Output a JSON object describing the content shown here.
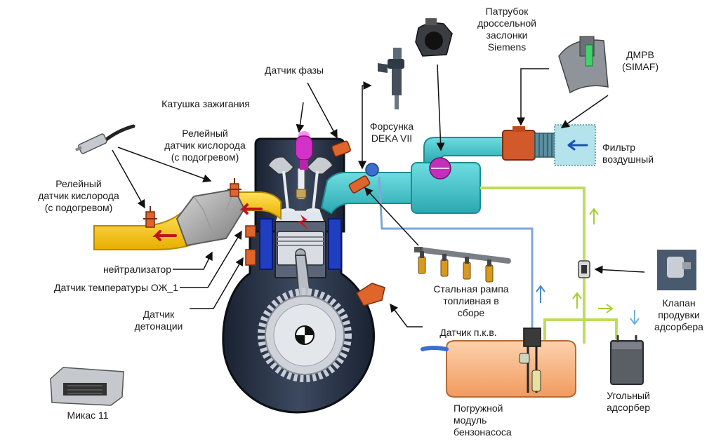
{
  "colors": {
    "engine_block": "#2b3546",
    "engine_dark": "#11161f",
    "coolant": "#1f3fc0",
    "exhaust": "#f4c20d",
    "exhaust_edge": "#b48a00",
    "intake": "#40c6cc",
    "intake_edge": "#1d8c93",
    "sensor_orange": "#e0652a",
    "coil_magenta": "#d232c8",
    "tank_fill": "#f6b07c",
    "fuel_line_blue": "#7fa6d8",
    "vapor_line_green": "#bedc5a",
    "canister": "#555a60",
    "filter": "#b5e3ec",
    "arrow_red": "#c0141b"
  },
  "labels": {
    "throttle": [
      "Патрубок",
      "дроссельной",
      "заслонки",
      "Siemens"
    ],
    "maf": [
      "ДМРВ",
      "(SIMAF)"
    ],
    "phase_sensor": [
      "Датчик фазы"
    ],
    "ignition_coil": [
      "Катушка зажигания"
    ],
    "injector": [
      "Форсунка",
      "DEKA VII"
    ],
    "o2_sensor_top": [
      "Релейный",
      "датчик кислорода",
      "(с подогревом)"
    ],
    "o2_sensor_left": [
      "Релейный",
      "датчик кислорода",
      "(с подогревом)"
    ],
    "air_filter": [
      "Фильтр",
      "воздушный"
    ],
    "catalyst": [
      "нейтрализатор"
    ],
    "coolant_temp": [
      "Датчик температуры ОЖ_1"
    ],
    "knock": [
      "Датчик",
      "детонации"
    ],
    "fuel_rail": [
      "Стальная рампа",
      "топливная в",
      "сборе"
    ],
    "purge_valve": [
      "Клапан",
      "продувки",
      "адсорбера"
    ],
    "crank_sensor": [
      "Датчик п.к.в."
    ],
    "canister": [
      "Угольный",
      "адсорбер"
    ],
    "fuel_pump": [
      "Погружной",
      "модуль",
      "бензонасоса"
    ],
    "ecu": [
      "Микас 11"
    ]
  }
}
